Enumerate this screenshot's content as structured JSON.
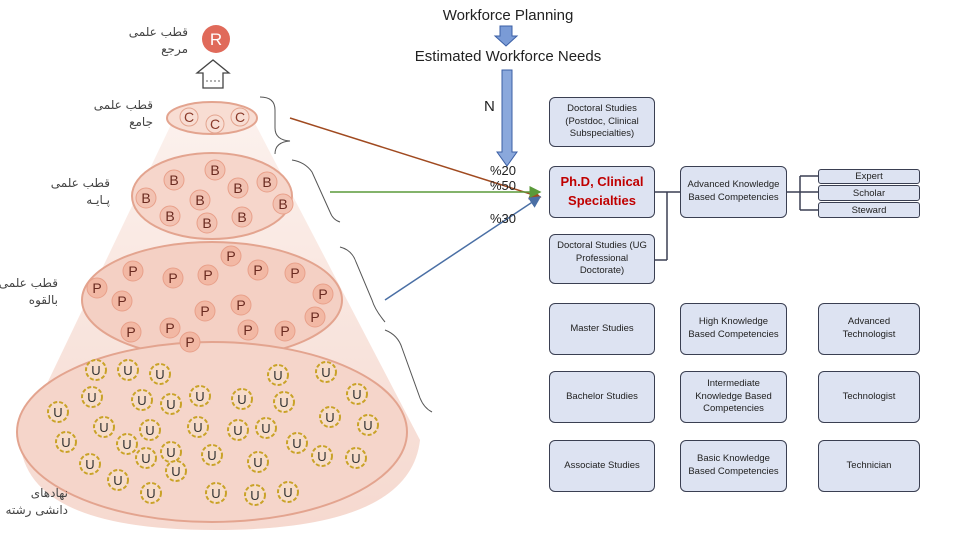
{
  "header": {
    "title": "Workforce Planning",
    "subtitle": "Estimated Workforce Needs",
    "n_label": "N",
    "pct_top": "%20",
    "pct_mid": "%50",
    "pct_low": "%30"
  },
  "pyramid": {
    "badge_r": "R",
    "labels": {
      "r": [
        "قطب علمی",
        "مرجع"
      ],
      "c": [
        "قطب علمی",
        "جامع"
      ],
      "b": [
        "قطب علمی",
        "پـایـه"
      ],
      "p": [
        "قطب علمی",
        "بالقوه"
      ],
      "u": [
        "نهادهای",
        "دانشی رشته"
      ]
    },
    "letters": {
      "c": "C",
      "b": "B",
      "p": "P",
      "u": "U"
    }
  },
  "boxes": {
    "doctoral_postdoc": "Doctoral Studies (Postdoc, Clinical Subspecialties)",
    "phd": "Ph.D, Clinical Specialties",
    "advanced_knowledge": "Advanced Knowledge Based Competencies",
    "expert": "Expert",
    "scholar": "Scholar",
    "steward": "Steward",
    "doctoral_ug": "Doctoral Studies (UG Professional Doctorate)",
    "master": "Master Studies",
    "high_knowledge": "High Knowledge Based Competencies",
    "advanced_tech": "Advanced Technologist",
    "bachelor": "Bachelor Studies",
    "intermediate_knowledge": "Intermediate Knowledge Based Competencies",
    "technologist": "Technologist",
    "associate": "Associate Studies",
    "basic_knowledge": "Basic Knowledge Based Competencies",
    "technician": "Technician"
  },
  "colors": {
    "box_fill": "#dde3f2",
    "phd_text": "#c00000",
    "arrow_blue": "#7a9bd6",
    "pyramid_fill": "#f6ded6",
    "pyramid_stroke": "#e3a48f",
    "u_ring": "#c9a227",
    "badge_r": "#e06a5a",
    "line_c": "#a04a20",
    "line_b": "#5a9a3a",
    "line_p": "#4a6fa5"
  }
}
